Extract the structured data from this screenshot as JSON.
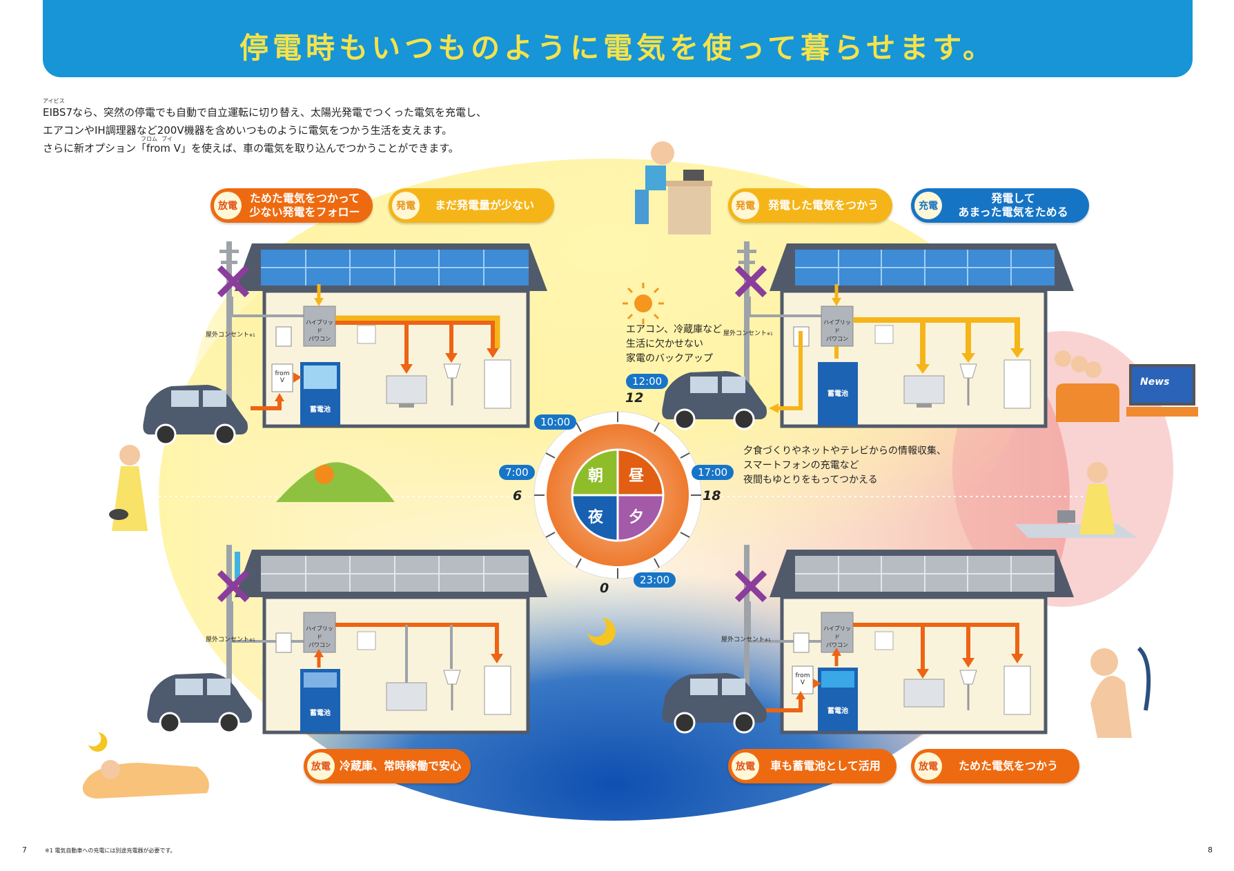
{
  "header": {
    "title": "停電時もいつものように電気を使って暮らせます。"
  },
  "intro": {
    "ruby_eibs": "アイビス",
    "line1": "EIBS7なら、突然の停電でも自動で自立運転に切り替え、太陽光発電でつくった電気を充電し、",
    "line2": "エアコンやIH調理器など200V機器を含めいつものように電気をつかう生活を支えます。",
    "ruby_from": "フロム",
    "ruby_v": "ブイ",
    "line3": "さらに新オプション「from V」を使えば、車の電気を取り込んでつかうことができます。"
  },
  "pills": {
    "morning_discharge": {
      "badge": "放電",
      "line1": "ためた電気をつかって",
      "line2": "少ない発電をフォロー"
    },
    "morning_generate": {
      "badge": "発電",
      "text": "まだ発電量が少ない"
    },
    "noon_generate": {
      "badge": "発電",
      "text": "発電した電気をつかう"
    },
    "noon_charge": {
      "badge": "充電",
      "line1": "発電して",
      "line2": "あまった電気をためる"
    },
    "night_discharge": {
      "badge": "放電",
      "text": "冷蔵庫、常時稼働で安心"
    },
    "evening_discharge_car": {
      "badge": "放電",
      "text": "車も蓄電池として活用"
    },
    "evening_discharge": {
      "badge": "放電",
      "text": "ためた電気をつかう"
    }
  },
  "notes": {
    "noon_line1": "エアコン、冷蔵庫など",
    "noon_line2": "生活に欠かせない",
    "noon_line3": "家電のバックアップ",
    "evening_line1": "夕食づくりやネットやテレビからの情報収集、",
    "evening_line2": "スマートフォンの充電など",
    "evening_line3": "夜間もゆとりをもってつかえる"
  },
  "clock": {
    "times": {
      "t1200": "12:00",
      "t1000": "10:00",
      "t0700": "7:00",
      "t1700": "17:00",
      "t2300": "23:00"
    },
    "hours": {
      "h12": "12",
      "h6": "6",
      "h18": "18",
      "h0": "0"
    },
    "segments": {
      "morning": "朝",
      "noon": "昼",
      "night": "夜",
      "evening": "夕"
    }
  },
  "house": {
    "outlet": "屋外コンセント",
    "outlet_note": "※1",
    "pcs_line1": "ハイブリッド",
    "pcs_line2": "パワコン",
    "battery": "蓄電池",
    "fromv_line1": "from",
    "fromv_line2": "V"
  },
  "tv_brand": "News",
  "footer": {
    "page_left": "7",
    "page_right": "8",
    "footnote": "※1 電気自動車への充電には別途充電器が必要です。"
  },
  "colors": {
    "header_blue": "#1795d6",
    "title_yellow": "#f6e24a",
    "discharge_orange": "#ee6a10",
    "generate_yellow": "#f5b519",
    "charge_blue": "#1674c5"
  }
}
